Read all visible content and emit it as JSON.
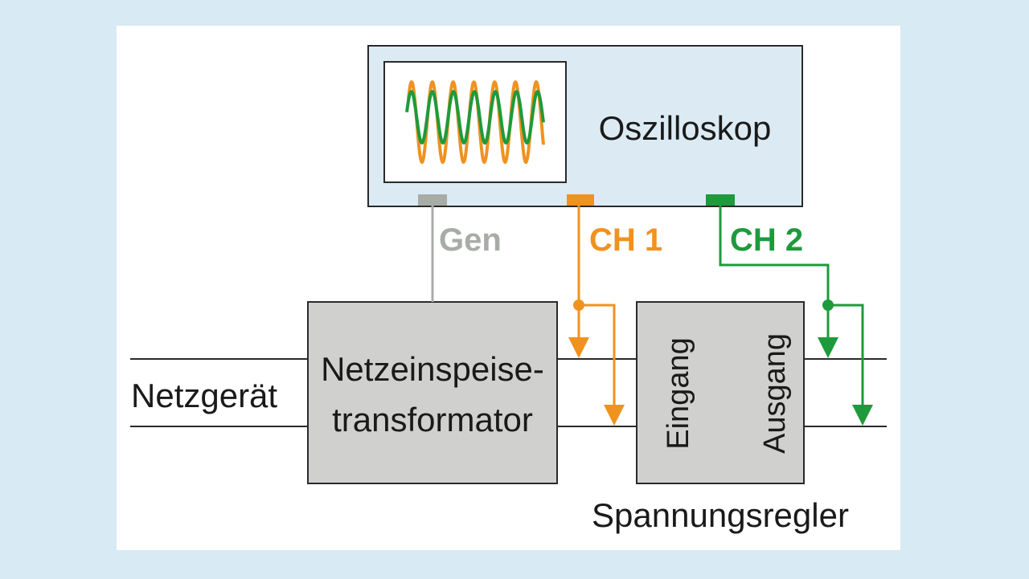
{
  "oscilloscope": {
    "label": "Oszilloskop"
  },
  "connectors": {
    "gen": {
      "label": "Gen"
    },
    "ch1": {
      "label": "CH 1"
    },
    "ch2": {
      "label": "CH 2"
    }
  },
  "power_supply": {
    "label": "Netzgerät"
  },
  "transformer": {
    "line1": "Netzeinspeise-",
    "line2": "transformator"
  },
  "regulator": {
    "label": "Spannungsregler",
    "input_label": "Eingang",
    "output_label": "Ausgang"
  },
  "colors": {
    "background": "#d8eaf3",
    "panel": "#ffffff",
    "scope_fill": "#dcebf3",
    "block_fill": "#d0d1cf",
    "line": "#2a2a2a",
    "gen": "#a8aca7",
    "ch1": "#f0921e",
    "ch2": "#1e9a3c"
  }
}
